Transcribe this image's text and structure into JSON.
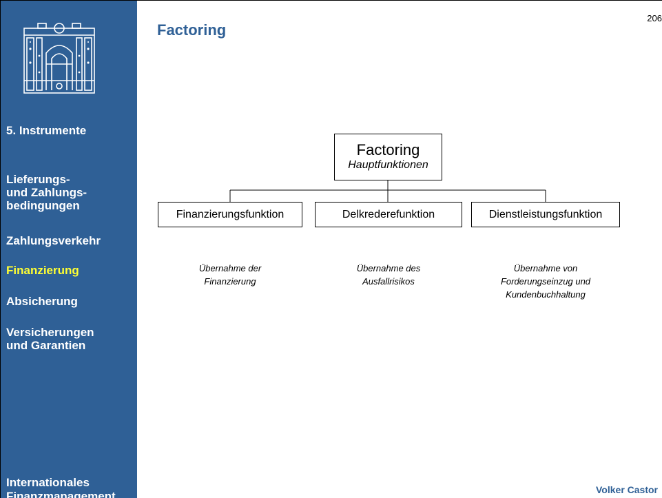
{
  "page": {
    "title": "Factoring",
    "page_number": "206",
    "author": "Volker Castor"
  },
  "sidebar": {
    "logo_icon": "building-facade-logo",
    "items": [
      {
        "label": "5. Instrumente",
        "active": false
      },
      {
        "label": "Lieferungs-\nund Zahlungs-\nbedingungen",
        "active": false
      },
      {
        "label": "Zahlungsverkehr",
        "active": false
      },
      {
        "label": "Finanzierung",
        "active": true
      },
      {
        "label": "Absicherung",
        "active": false
      },
      {
        "label": "Versicherungen\nund Garantien",
        "active": false
      }
    ],
    "footer_title": "Internationales\nFinanzmanagement"
  },
  "diagram": {
    "root": {
      "title": "Factoring",
      "subtitle": "Hauptfunktionen"
    },
    "children": [
      {
        "label": "Finanzierungsfunktion",
        "description": "Übernahme der\nFinanzierung"
      },
      {
        "label": "Delkrederefunktion",
        "description": "Übernahme des\nAusfallrisikos"
      },
      {
        "label": "Dienstleistungsfunktion",
        "description": "Übernahme von\nForderungseinzug und\nKundenbuchhaltung"
      }
    ]
  },
  "colors": {
    "sidebar_bg": "#2f6096",
    "active_nav": "#ffff33",
    "title": "#2f6096"
  }
}
